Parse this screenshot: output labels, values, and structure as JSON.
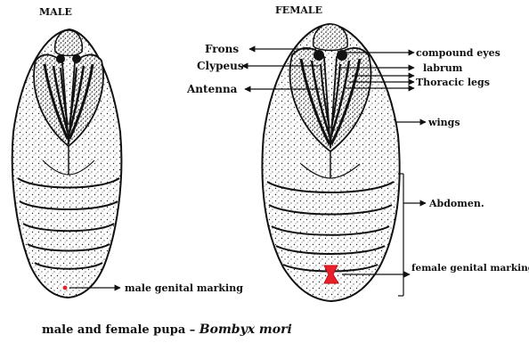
{
  "headings": {
    "male": "MALE",
    "female": "FEMALE"
  },
  "labels": {
    "frons": "Frons",
    "clypeus": "Clypeus",
    "antenna": "Antenna",
    "compound_eyes": "compound eyes",
    "labrum": "labrum",
    "thoracic_legs": "Thoracic legs",
    "wings": "wings",
    "abdomen": "Abdomen.",
    "male_genital_marking": "male genital marking",
    "female_genital_marking": "female genital marking"
  },
  "caption": {
    "prefix": "male and female pupa –",
    "species": "Bombyx mori"
  },
  "colors": {
    "line": "#111111",
    "genital_marking": "#e8202a",
    "background": "#ffffff"
  }
}
